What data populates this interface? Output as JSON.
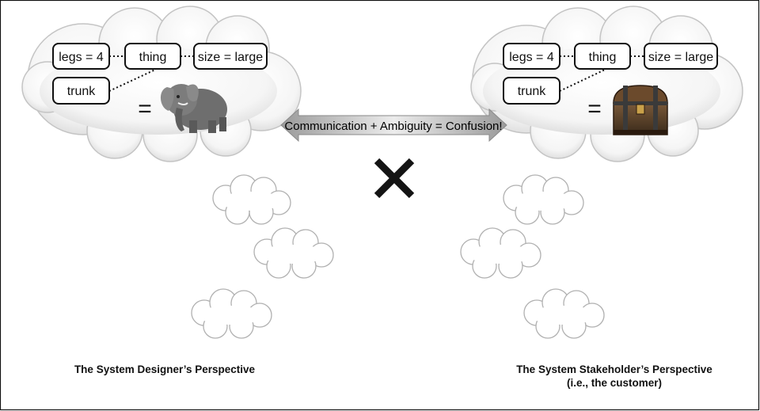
{
  "designer": {
    "box_legs": "legs = 4",
    "box_thing": "thing",
    "box_size": "size = large",
    "box_trunk": "trunk",
    "equals": "=",
    "image_icon": "elephant-icon",
    "caption": "The System Designer’s Perspective"
  },
  "stakeholder": {
    "box_legs": "legs = 4",
    "box_thing": "thing",
    "box_size": "size = large",
    "box_trunk": "trunk",
    "equals": "=",
    "image_icon": "treasure-chest-icon",
    "caption_line1": "The System Stakeholder’s Perspective",
    "caption_line2": "(i.e., the customer)"
  },
  "banner": {
    "text": "Communication + Ambiguity = Confusion!"
  },
  "colors": {
    "cloud_fill": "#f1f1f1",
    "cloud_stroke": "#b8b8b8",
    "cross": "#141414"
  }
}
